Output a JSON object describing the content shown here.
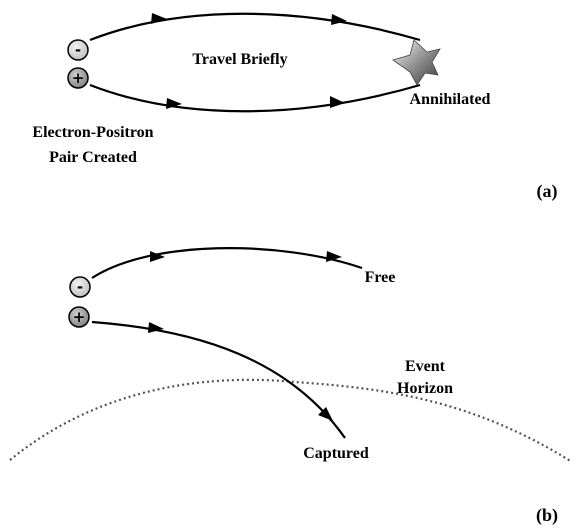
{
  "panel_a": {
    "pair_label_line1": "Electron-Positron",
    "pair_label_line2": "Pair Created",
    "travel_label": "Travel Briefly",
    "annihilated_label": "Annihilated",
    "panel_label": "(a)",
    "electron_sign": "-",
    "positron_sign": "+"
  },
  "panel_b": {
    "free_label": "Free",
    "horizon_label_line1": "Event",
    "horizon_label_line2": "Horizon",
    "captured_label": "Captured",
    "panel_label": "(b)",
    "electron_sign": "-",
    "positron_sign": "+"
  },
  "colors": {
    "electron_fill": "#d9d9d9",
    "positron_fill": "#a6a6a6",
    "annihilation_flash": "#7f7f7f",
    "horizon_stroke": "#555555"
  }
}
